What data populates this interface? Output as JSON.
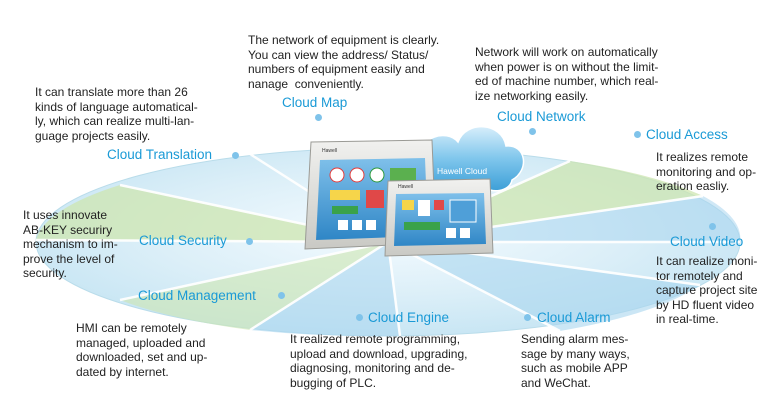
{
  "colors": {
    "accent": "#1a9ad6",
    "disc_blue": "#a7d6f1",
    "disc_green": "#c8e2a6",
    "text": "#222222"
  },
  "center": {
    "cloud_label": "Hawell Cloud",
    "device_brand": "Hawell"
  },
  "features": {
    "cloud_map": {
      "title": "Cloud Map",
      "desc": "The network of equipment is clearly.\nYou can view the address/ Status/\nnumbers of equipment easily and\nnanage  conveniently."
    },
    "cloud_network": {
      "title": "Cloud Network",
      "desc": "Network will work on automatically\nwhen power is on without the limit-\ned of machine number, which real-\nize networking easily."
    },
    "cloud_access": {
      "title": "Cloud Access",
      "desc": "It realizes remote\nmonitoring and op-\neration easliy."
    },
    "cloud_video": {
      "title": "Cloud Video",
      "desc": "It can realize moni-\ntor remotely and\ncapture project site\nby HD fluent video\nin real-time."
    },
    "cloud_alarm": {
      "title": "Cloud Alarm",
      "desc": "Sending alarm mes-\nsage by many ways,\nsuch as mobile APP\nand WeChat."
    },
    "cloud_engine": {
      "title": "Cloud Engine",
      "desc": "It realized remote programming,\nupload and download, upgrading,\ndiagnosing, monitoring and de-\nbugging of PLC."
    },
    "cloud_management": {
      "title": "Cloud Management",
      "desc": "HMI can be remotely\nmanaged, uploaded and\ndownloaded, set and up-\ndated by internet."
    },
    "cloud_security": {
      "title": "Cloud Security",
      "desc": "It uses innovate\nAB-KEY securiry\nmechanism to im-\nprove the level of\nsecurity."
    },
    "cloud_translation": {
      "title": "Cloud Translation",
      "desc": "It can translate more than 26\nkinds of language automatical-\nly, which can realize multi-lan-\nguage projects easily."
    }
  }
}
